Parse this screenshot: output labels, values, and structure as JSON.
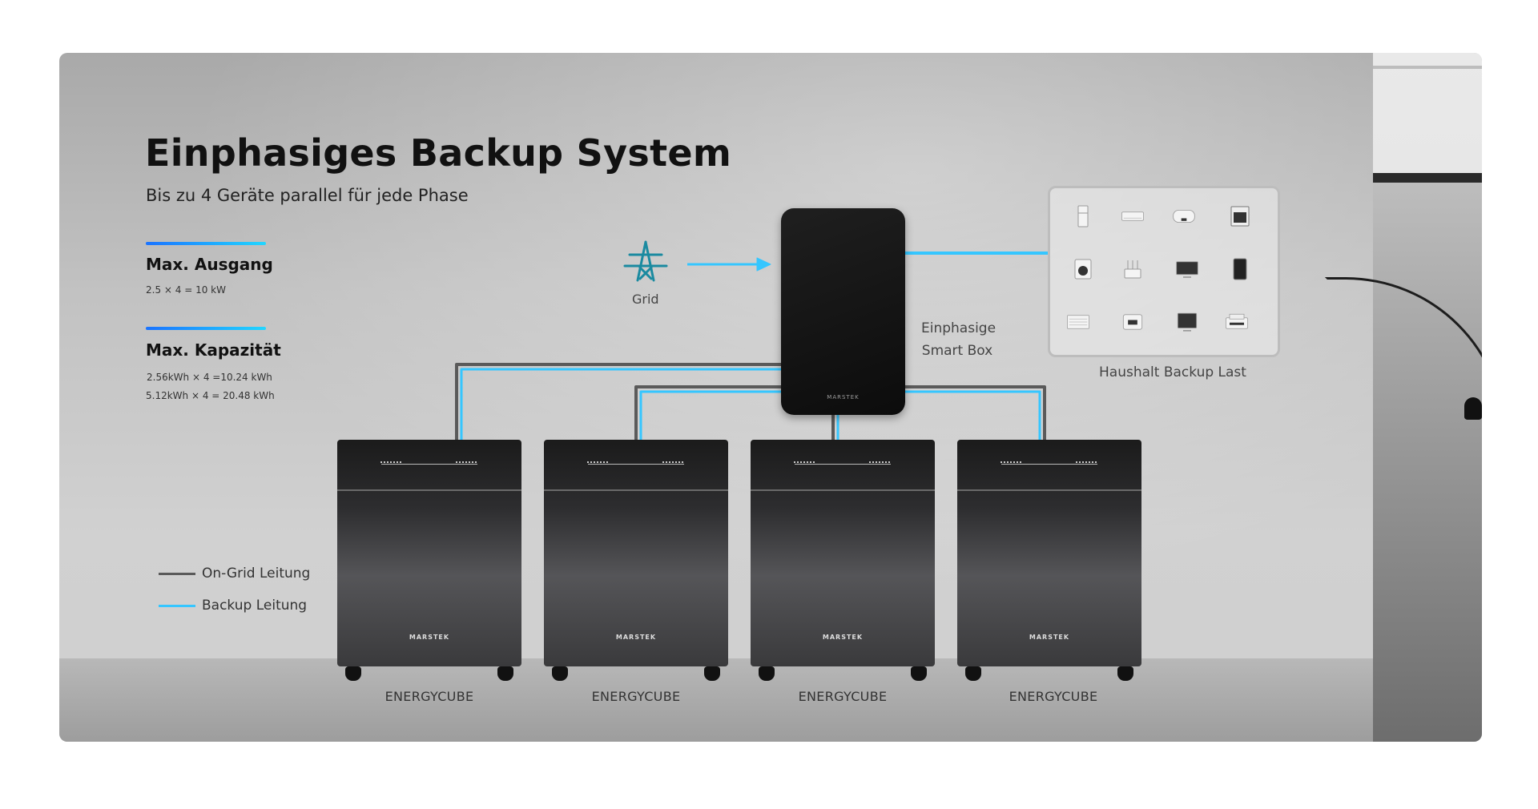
{
  "title": "Einphasiges Backup System",
  "subtitle": "Bis zu 4 Geräte parallel für jede Phase",
  "specs": [
    {
      "heading": "Max. Ausgang",
      "lines": [
        "2.5 × 4 = 10 kW"
      ]
    },
    {
      "heading": "Max. Kapazität",
      "lines": [
        "2.56kWh × 4 =10.24 kWh",
        "5.12kWh × 4 = 20.48 kWh"
      ]
    }
  ],
  "grid": {
    "label": "Grid",
    "icon": "power-tower-icon"
  },
  "smart_box": {
    "label_line1": "Einphasige",
    "label_line2": "Smart Box",
    "brand": "MARSTEK"
  },
  "loads": {
    "label": "Haushalt Backup Last",
    "icons": [
      "refrigerator-icon",
      "air-conditioner-icon",
      "water-heater-icon",
      "oven-icon",
      "washing-machine-icon",
      "router-icon",
      "tv-icon",
      "tablet-icon",
      "kitchen-appliance-icon",
      "rice-cooker-icon",
      "monitor-icon",
      "printer-icon"
    ]
  },
  "batteries": [
    {
      "label": "ENERGYCUBE",
      "brand": "MARSTEK"
    },
    {
      "label": "ENERGYCUBE",
      "brand": "MARSTEK"
    },
    {
      "label": "ENERGYCUBE",
      "brand": "MARSTEK"
    },
    {
      "label": "ENERGYCUBE",
      "brand": "MARSTEK"
    }
  ],
  "legend": [
    {
      "label": "On-Grid Leitung",
      "color": "#5a5a5a"
    },
    {
      "label": "Backup Leitung",
      "color": "#35c6ff"
    }
  ],
  "colors": {
    "accent_start": "#1a73ff",
    "accent_end": "#22d6ff",
    "backup_line": "#35c6ff",
    "grid_line": "#5a5a5a",
    "grid_icon": "#1a8aa0"
  }
}
